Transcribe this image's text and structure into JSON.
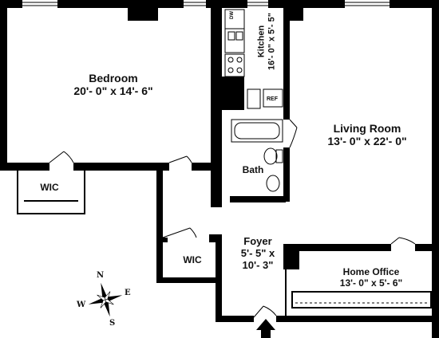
{
  "rooms": {
    "bedroom": {
      "name": "Bedroom",
      "dims": "20'- 0\" x 14'- 6\""
    },
    "living_room": {
      "name": "Living Room",
      "dims": "13'- 0\" x 22'- 0\""
    },
    "home_office": {
      "name": "Home Office",
      "dims": "13'- 0\" x 5'- 6\""
    },
    "foyer": {
      "name": "Foyer",
      "dims_line1": "5'- 5\" x",
      "dims_line2": "10'- 3\""
    },
    "kitchen": {
      "name": "Kitchen",
      "dims": "16'- 0\" x 5'- 5\""
    },
    "bath": {
      "name": "Bath"
    },
    "wic_bedroom": {
      "name": "WIC"
    },
    "wic_hall": {
      "name": "WIC"
    }
  },
  "appliances": {
    "dishwasher": "DW",
    "refrigerator": "REF"
  },
  "compass": {
    "north": "N",
    "south": "S",
    "east": "E",
    "west": "W"
  }
}
